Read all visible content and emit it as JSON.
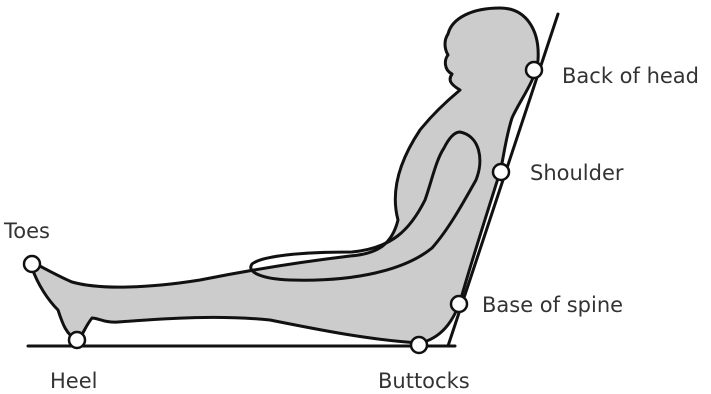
{
  "colors": {
    "body_fill": "#cccccc",
    "outline": "#111111",
    "label_text": "#333333",
    "marker_fill": "#ffffff"
  },
  "contact_points": [
    {
      "id": "back-of-head",
      "label": "Back of head"
    },
    {
      "id": "shoulder",
      "label": "Shoulder"
    },
    {
      "id": "toes",
      "label": "Toes"
    },
    {
      "id": "base-of-spine",
      "label": "Base of spine"
    },
    {
      "id": "heel",
      "label": "Heel"
    },
    {
      "id": "buttocks",
      "label": "Buttocks"
    }
  ]
}
